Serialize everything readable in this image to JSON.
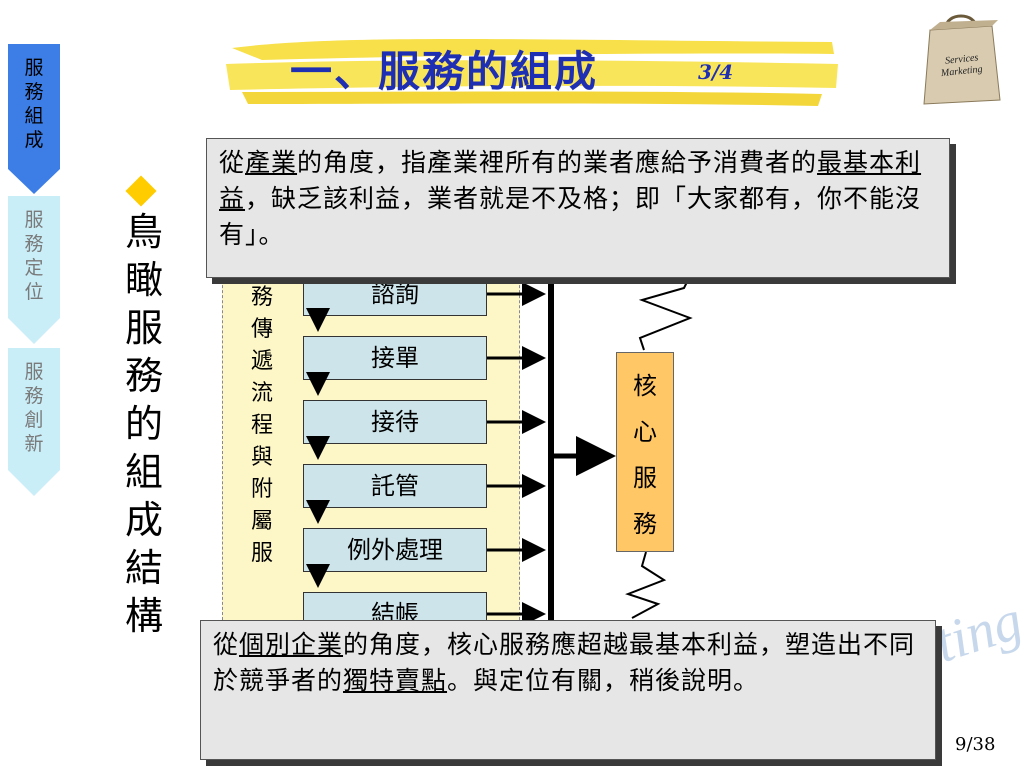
{
  "nav": {
    "items": [
      {
        "label": "服務組成",
        "active": true
      },
      {
        "label": "服務定位",
        "active": false
      },
      {
        "label": "服務創新",
        "active": false
      }
    ]
  },
  "title": {
    "main": "一、服務的組成",
    "page": "3/4"
  },
  "logo": {
    "line1": "Services",
    "line2": "Marketing"
  },
  "side_heading": "鳥瞰服務的組成結構",
  "process": {
    "label": "務傳遞流程與附屬服",
    "steps": [
      "諮詢",
      "接單",
      "接待",
      "託管",
      "例外處理",
      "結帳"
    ]
  },
  "core_service": "核心服務",
  "callout_top": {
    "p1": "從",
    "u1": "產業",
    "p2": "的角度，指產業裡所有的業者應給予消費者的",
    "u2": "最基本利益",
    "p3": "，缺乏該利益，業者就是不及格；即「大家都有，你不能沒有」。"
  },
  "callout_bottom": {
    "p1": "從",
    "u1": "個別企業",
    "p2": "的角度，核心服務應超越最基本利益，塑造出不同於競爭者的",
    "u2": "獨特賣點",
    "p3": "。與定位有關，稍後說明。"
  },
  "page_number": "9/38",
  "colors": {
    "title": "#1f2fb3",
    "nav_active": "#3c7ee6",
    "nav_inactive": "#c9eef8",
    "core": "#ffc766",
    "step": "#cde5ea"
  }
}
